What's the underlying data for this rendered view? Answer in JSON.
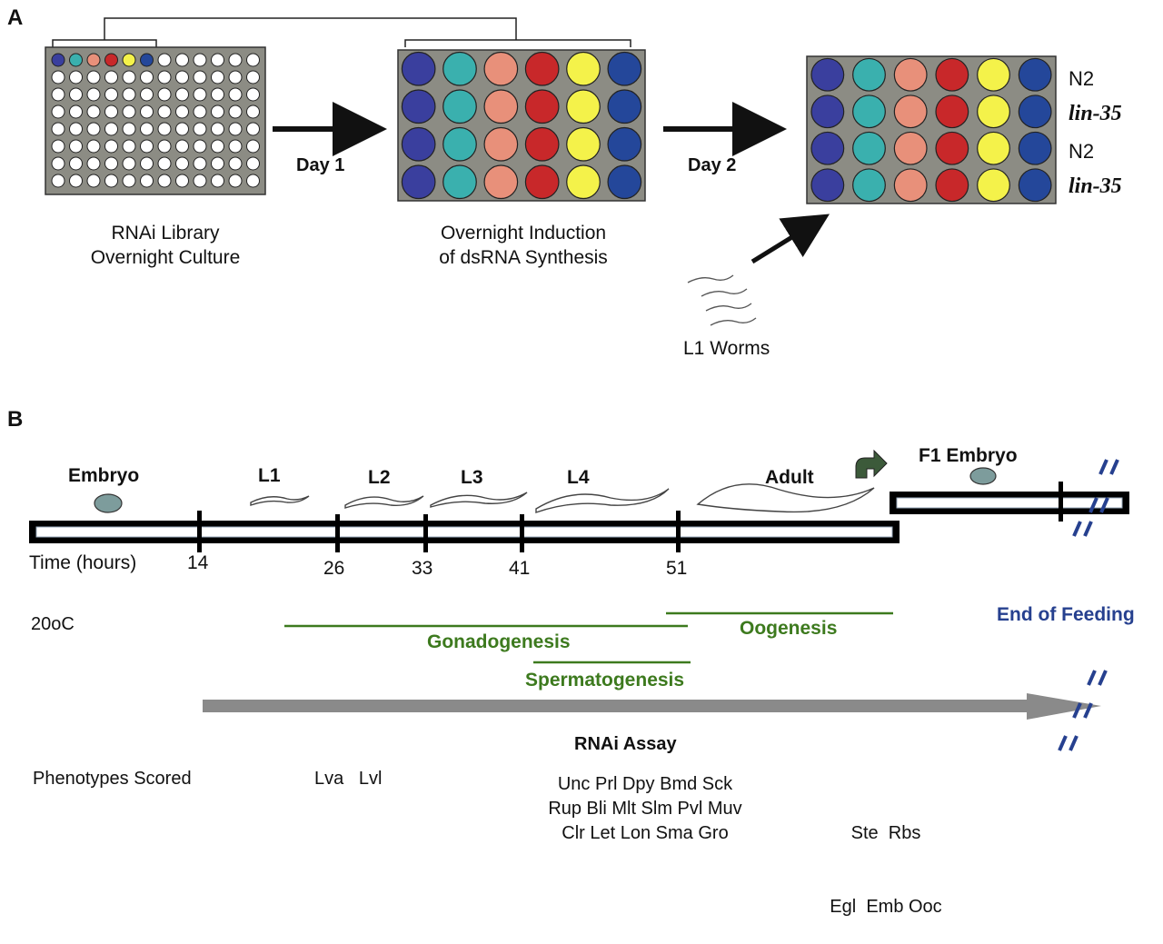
{
  "panels": {
    "a": "A",
    "b": "B"
  },
  "panel_a": {
    "plate1_caption": [
      "RNAi Library",
      "Overnight Culture"
    ],
    "plate2_caption": [
      "Overnight Induction",
      "of dsRNA Synthesis"
    ],
    "day1": "Day 1",
    "day2": "Day 2",
    "worms_caption": "L1 Worms",
    "row_labels": [
      "N2",
      "lin-35",
      "N2",
      "lin-35"
    ],
    "well_colors": [
      "#3a3f9e",
      "#3ab0ae",
      "#e8907a",
      "#c8282a",
      "#f4f24a",
      "#24479a"
    ],
    "plate_bg": "#8c8c84"
  },
  "panel_b": {
    "stages": {
      "embryo": "Embryo",
      "l1": "L1",
      "l2": "L2",
      "l3": "L3",
      "l4": "L4",
      "adult": "Adult",
      "f1": "F1 Embryo"
    },
    "time_label": "Time (hours)",
    "ticks": [
      "14",
      "26",
      "33",
      "41",
      "51"
    ],
    "temperature": "20oC",
    "gonadogenesis": "Gonadogenesis",
    "oogenesis": "Oogenesis",
    "spermatogenesis": "Spermatogenesis",
    "end_of_feeding": "End of Feeding",
    "rnai_assay": "RNAi Assay",
    "phenotypes_label": "Phenotypes Scored",
    "phenotypes_early": "Lva   Lvl",
    "phenotypes_mid": [
      "Unc Prl Dpy Bmd Sck",
      "Rup Bli Mlt Slm Pvl Muv",
      "Clr Let Lon Sma Gro"
    ],
    "phenotypes_late": [
      "Ste  Rbs",
      "Egl  Emb Ooc"
    ],
    "colors": {
      "green": "#3d7a1e",
      "blue": "#26408f",
      "arrow": "#8a8a8a"
    }
  }
}
